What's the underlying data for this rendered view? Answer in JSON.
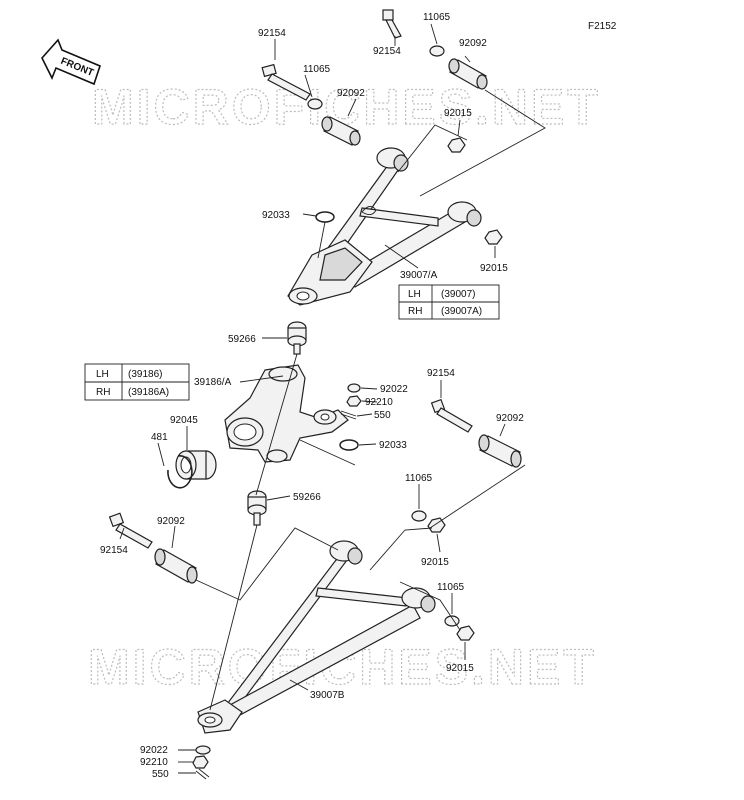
{
  "figure_code": "F2152",
  "front_label": "FRONT",
  "watermark": "MICROFICHES.NET",
  "labels": {
    "bolt_upper_left": "92154",
    "washer_upper_left": "11065",
    "bushing_upper_left": "92092",
    "bolt_upper_right": "92154",
    "washer_upper_right": "11065",
    "bushing_upper_right": "92092",
    "nut_upper_a": "92015",
    "nut_upper_b": "92015",
    "ring_upper": "92033",
    "upper_arm": "39007/A",
    "balljoint_upper": "59266",
    "knuckle": "39186/A",
    "washer_knuckle": "92022",
    "nut_knuckle": "92210",
    "pin_knuckle": "550",
    "ring_knuckle": "92033",
    "bearing": "92045",
    "circlip": "481",
    "balljoint_lower": "59266",
    "bolt_lower_right": "92154",
    "bushing_lower_right": "92092",
    "washer_lower_a": "11065",
    "nut_lower_a": "92015",
    "bolt_lower_left": "92154",
    "bushing_lower_left": "92092",
    "washer_lower_b": "11065",
    "nut_lower_b": "92015",
    "lower_arm": "39007B",
    "washer_bottom": "92022",
    "nut_bottom": "92210",
    "pin_bottom": "550"
  },
  "table_upper": [
    {
      "side": "LH",
      "part": "(39007)"
    },
    {
      "side": "RH",
      "part": "(39007A)"
    }
  ],
  "table_knuckle": [
    {
      "side": "LH",
      "part": "(39186)"
    },
    {
      "side": "RH",
      "part": "(39186A)"
    }
  ]
}
